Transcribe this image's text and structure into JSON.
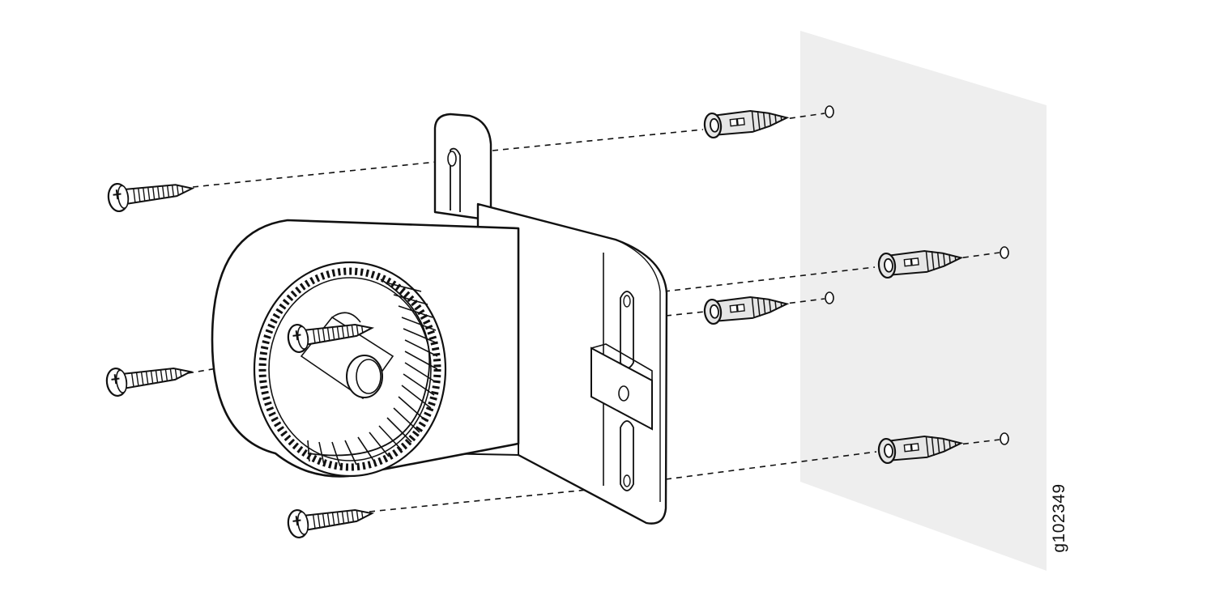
{
  "figure": {
    "id_label": "g102349"
  },
  "colors": {
    "line": "#111111",
    "fill": "#ffffff",
    "wall": "#eeeeee",
    "part_shade": "#e6e6e6"
  },
  "parts": {
    "wall": "wall-surface",
    "bracket": "mounting-bracket",
    "screws": 4,
    "anchors": 4,
    "drill_holes": 4
  }
}
